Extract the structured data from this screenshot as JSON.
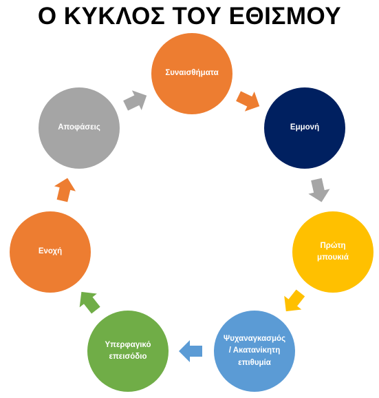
{
  "title": "Ο ΚΥΚΛΟΣ ΤΟΥ ΕΘΙΣΜΟΥ",
  "colors": {
    "orange": "#ED7D31",
    "navy": "#002060",
    "yellow": "#FFC000",
    "blue": "#5B9BD5",
    "green": "#70AD47",
    "gray": "#A5A5A5"
  },
  "nodes": [
    {
      "id": "synaisthimata",
      "label": "Συναισθήματα",
      "color": "#ED7D31"
    },
    {
      "id": "emmoni",
      "label": "Εμμονή",
      "color": "#002060"
    },
    {
      "id": "proti-mpoukia",
      "label": "Πρώτη\nμπουκιά",
      "color": "#FFC000"
    },
    {
      "id": "psychanagkasmos",
      "label": "Ψυχαναγκασμός\n/ Ακατανίκητη\nεπιθυμία",
      "color": "#5B9BD5"
    },
    {
      "id": "yperfagiko",
      "label": "Υπερφαγικό\nεπεισόδιο",
      "color": "#70AD47"
    },
    {
      "id": "enochi",
      "label": "Ενοχή",
      "color": "#ED7D31"
    },
    {
      "id": "apofaseis",
      "label": "Αποφάσεις",
      "color": "#A5A5A5"
    }
  ],
  "arrows": [
    {
      "from": "apofaseis",
      "to": "synaisthimata",
      "color": "#A5A5A5"
    },
    {
      "from": "synaisthimata",
      "to": "emmoni",
      "color": "#ED7D31"
    },
    {
      "from": "emmoni",
      "to": "proti-mpoukia",
      "color": "#A5A5A5"
    },
    {
      "from": "proti-mpoukia",
      "to": "psychanagkasmos",
      "color": "#FFC000"
    },
    {
      "from": "psychanagkasmos",
      "to": "yperfagiko",
      "color": "#5B9BD5"
    },
    {
      "from": "yperfagiko",
      "to": "enochi",
      "color": "#70AD47"
    },
    {
      "from": "enochi",
      "to": "apofaseis",
      "color": "#ED7D31"
    }
  ]
}
